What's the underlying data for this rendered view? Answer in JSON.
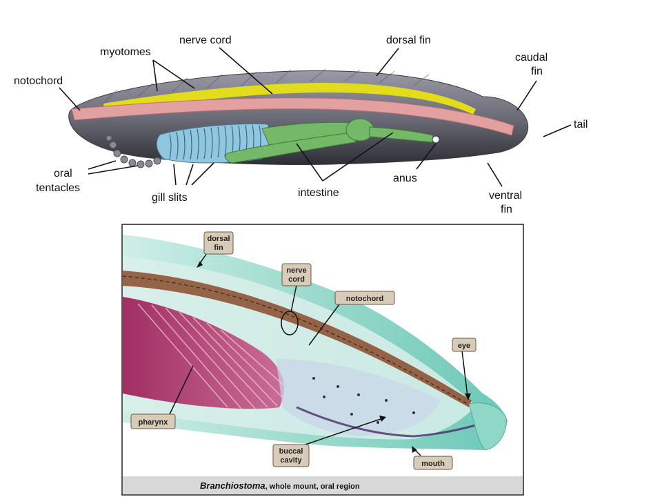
{
  "top_diagram": {
    "labels": {
      "myotomes": "myotomes",
      "nerve_cord": "nerve cord",
      "dorsal_fin": "dorsal fin",
      "caudal_fin_1": "caudal",
      "caudal_fin_2": "fin",
      "notochord": "notochord",
      "tail": "tail",
      "oral_tentacles_1": "oral",
      "oral_tentacles_2": "tentacles",
      "gill_slits": "gill slits",
      "intestine": "intestine",
      "anus": "anus",
      "ventral_fin_1": "ventral",
      "ventral_fin_2": "fin"
    },
    "colors": {
      "body": "#6e6e7a",
      "nerve_cord": "#e6e020",
      "notochord": "#e4a0a0",
      "gill_slits": "#8ec4dc",
      "intestine": "#74b868"
    }
  },
  "micrograph": {
    "tags": {
      "dorsal_fin_1": "dorsal",
      "dorsal_fin_2": "fin",
      "nerve_cord_1": "nerve",
      "nerve_cord_2": "cord",
      "notochord": "notochord",
      "eye": "eye",
      "pharynx": "pharynx",
      "buccal_cavity_1": "buccal",
      "buccal_cavity_2": "cavity",
      "mouth": "mouth"
    },
    "caption_italic": "Branchiostoma",
    "caption_rest": ", whole mount, oral region",
    "colors": {
      "background": "#ffffff",
      "fin": "#7ccfc0",
      "pharynx": "#b0306a",
      "notochord": "#8a4a2a",
      "caption_bar": "#d8d8d8"
    }
  }
}
